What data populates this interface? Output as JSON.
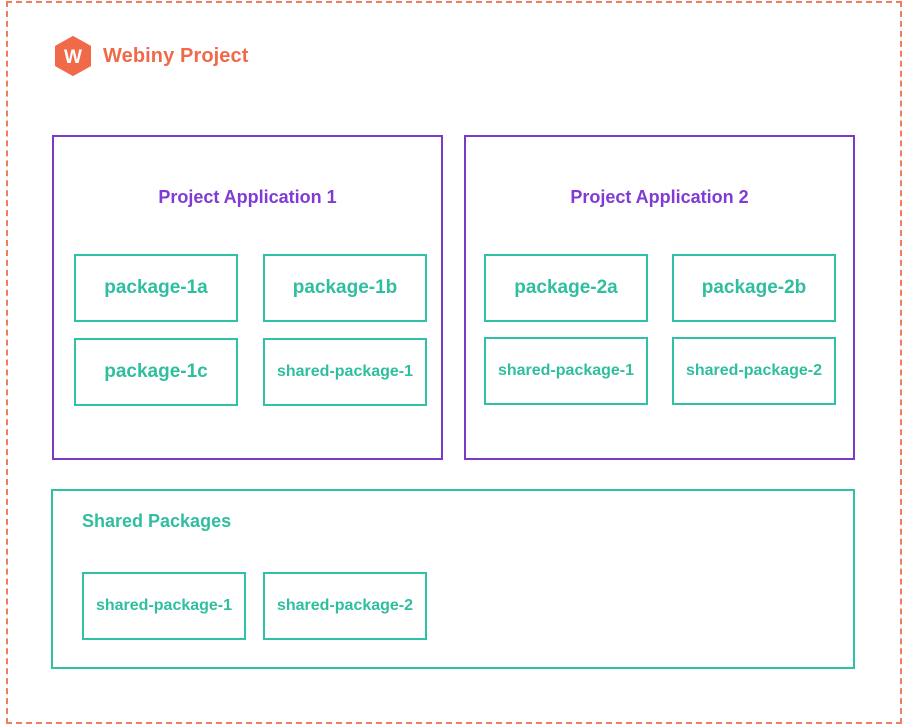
{
  "project": {
    "title": "Webiny Project",
    "logo_letter": "W",
    "brand_color": "#f06a4a"
  },
  "applications": [
    {
      "title": "Project Application 1",
      "packages": [
        "package-1a",
        "package-1b",
        "package-1c",
        "shared-package-1"
      ]
    },
    {
      "title": "Project Application 2",
      "packages": [
        "package-2a",
        "package-2b",
        "shared-package-1",
        "shared-package-2"
      ]
    }
  ],
  "shared": {
    "title": "Shared Packages",
    "packages": [
      "shared-package-1",
      "shared-package-2"
    ]
  },
  "colors": {
    "frame_dash": "#f07d5e",
    "application_border": "#7b39c8",
    "application_title": "#7f3bd3",
    "package_border": "#2ec1a5",
    "package_text": "#2fbe9f"
  }
}
